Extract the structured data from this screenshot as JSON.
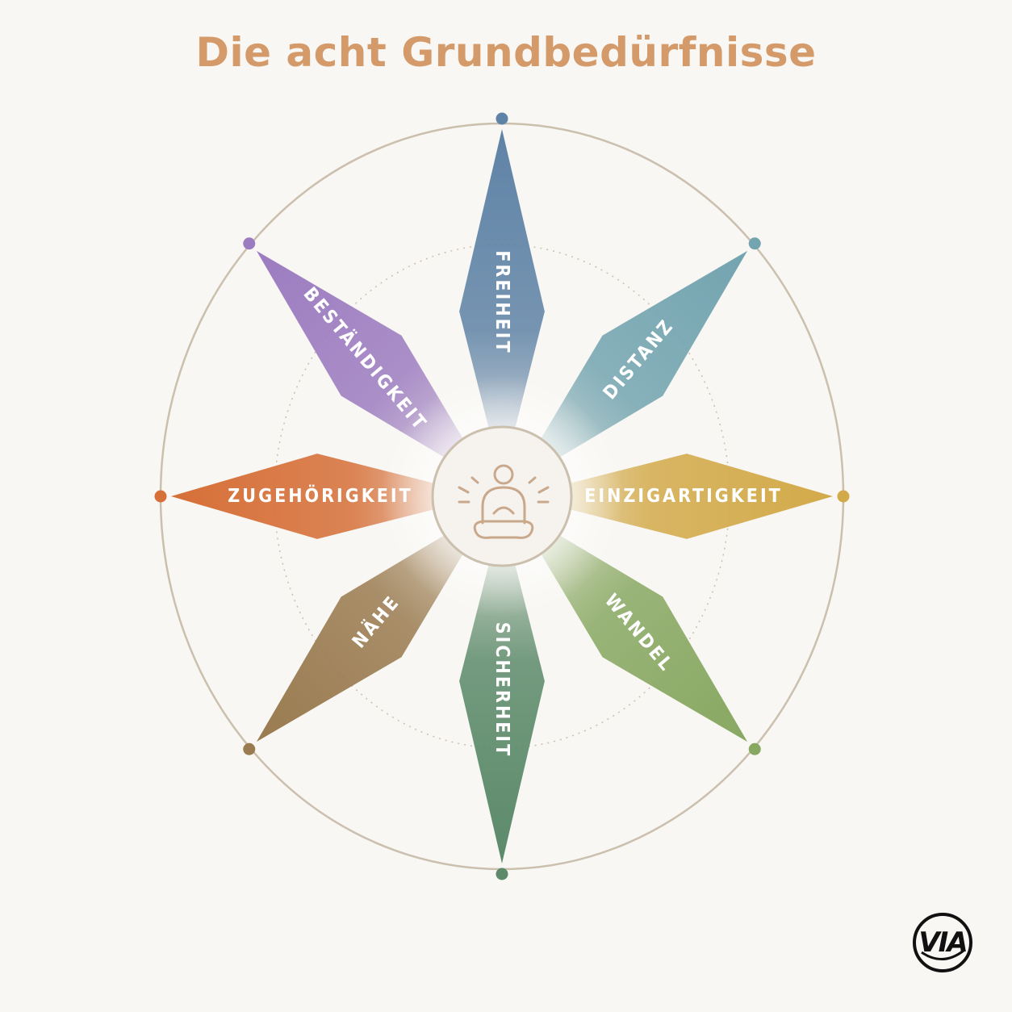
{
  "title": "Die acht Grundbedürfnisse",
  "colors": {
    "title": "#d49a6a",
    "circle": "#cbbfae",
    "background": "#f8f7f3"
  },
  "center_icon": "meditation-person-icon",
  "needs": [
    {
      "label": "FREIHEIT",
      "color": "#5f83a6"
    },
    {
      "label": "DISTANZ",
      "color": "#73a4b0"
    },
    {
      "label": "EINZIGARTIGKEIT",
      "color": "#d3aa4a"
    },
    {
      "label": "WANDEL",
      "color": "#88a862"
    },
    {
      "label": "SICHERHEIT",
      "color": "#5c8a6a"
    },
    {
      "label": "NÄHE",
      "color": "#9a7b50"
    },
    {
      "label": "ZUGEHÖRIGKEIT",
      "color": "#d66f38"
    },
    {
      "label": "BESTÄNDIGKEIT",
      "color": "#9c7cc0"
    }
  ],
  "logo": {
    "text": "VIA"
  }
}
